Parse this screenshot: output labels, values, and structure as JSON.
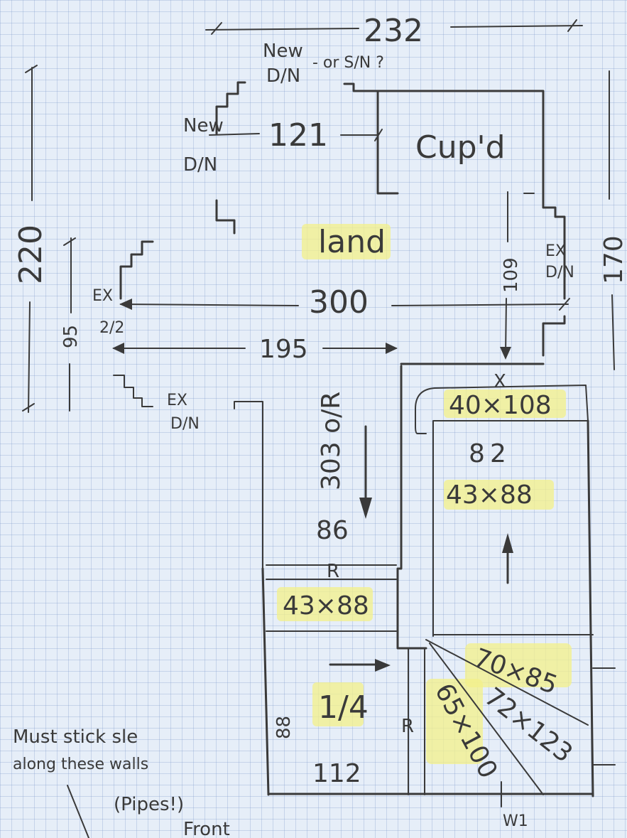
{
  "dimensions": {
    "top_width": "232",
    "left_height": "220",
    "right_height": "170",
    "landing_width": "300",
    "inner_width": "195",
    "left_lower": "95",
    "cupboard_width": "121",
    "right_drop": "109",
    "going": "303 o/R",
    "stair_depth": "86",
    "lower_room": "112",
    "lower_room_depth": "88"
  },
  "labels": {
    "new_dn_top_line1": "New",
    "new_dn_top_line2": "D/N",
    "or_sn": "- or S/N ?",
    "new_dn_left_line1": "New",
    "new_dn_left_line2": "D/N",
    "cupboard": "Cup'd",
    "landing": "land",
    "ex_dn_right_line1": "EX",
    "ex_dn_right_line2": "D/N",
    "ex_22_line1": "EX",
    "ex_22_line2": "2/2",
    "ex_dn_bottom_line1": "EX",
    "ex_dn_bottom_line2": "D/N",
    "sticks_line1": "Must stick sle",
    "sticks_line2": "along these walls",
    "pipes": "(Pipes!)",
    "front": "Front",
    "w1": "W1",
    "r_mark": "R",
    "x_mark": "X",
    "r_mark_side": "R",
    "fraction_8": "8",
    "fraction_2": "2",
    "quarter": "1/4"
  },
  "steps": {
    "top_step": "40×108",
    "flight_a": "43×88",
    "flight_b": "43×88",
    "winder_1": "70×85",
    "winder_2": "72×123",
    "winder_3": "65×100"
  }
}
